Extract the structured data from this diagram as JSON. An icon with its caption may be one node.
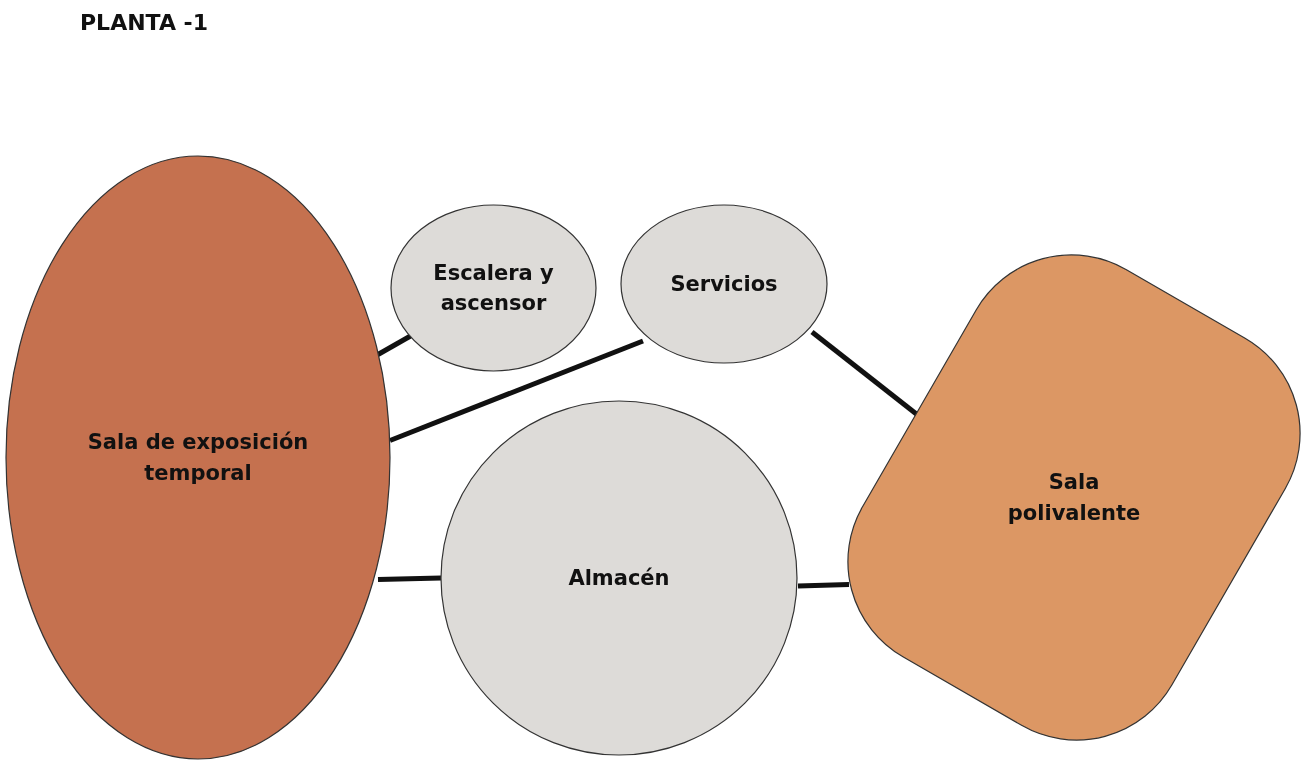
{
  "diagram": {
    "title": "PLANTA -1",
    "nodes": [
      {
        "text": [
          "Sala de exposición temporal"
        ]
      },
      {
        "text": [
          "Escalera y ascensor"
        ]
      },
      {
        "text": [
          "Servicios"
        ]
      },
      {
        "text": [
          "Almacén"
        ]
      },
      {
        "text": [
          "Sala polivalente"
        ]
      }
    ],
    "edges": [
      {
        "from": 0,
        "to": 1,
        "arrow": "none"
      },
      {
        "from": 0,
        "to": 2,
        "arrow": "none"
      },
      {
        "from": 2,
        "to": 4,
        "arrow": "none"
      },
      {
        "from": 0,
        "to": 3,
        "arrow": "none"
      },
      {
        "from": 3,
        "to": 4,
        "arrow": "none"
      }
    ]
  }
}
